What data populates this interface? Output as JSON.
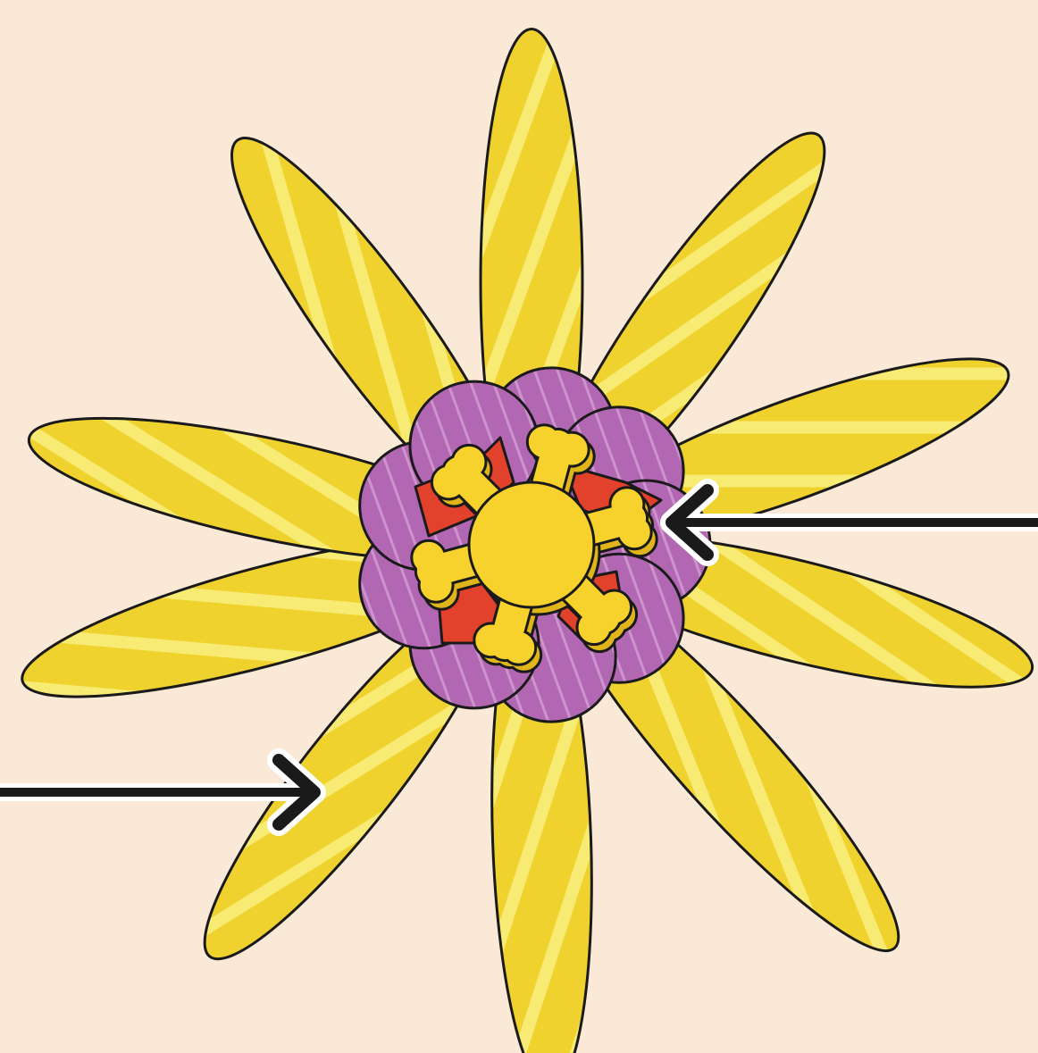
{
  "diagram": {
    "subject": "flower",
    "colors": {
      "background": "#fbe9d7",
      "petal_fill": "#f0d22e",
      "petal_highlight": "#fbf28a",
      "outline": "#1a1a1a",
      "inner_petal_fill": "#b267b3",
      "inner_petal_stripe": "#d7a6d8",
      "accent_fill": "#e2412b",
      "center_fill": "#f7d22c",
      "center_shadow": "#e0b51c",
      "arrow_color": "#1a1a1a",
      "arrow_halo": "#ffffff"
    },
    "outer_petal_count": 10,
    "inner_petal_count": 9,
    "center_arm_count": 6,
    "pointer_count": 2
  }
}
